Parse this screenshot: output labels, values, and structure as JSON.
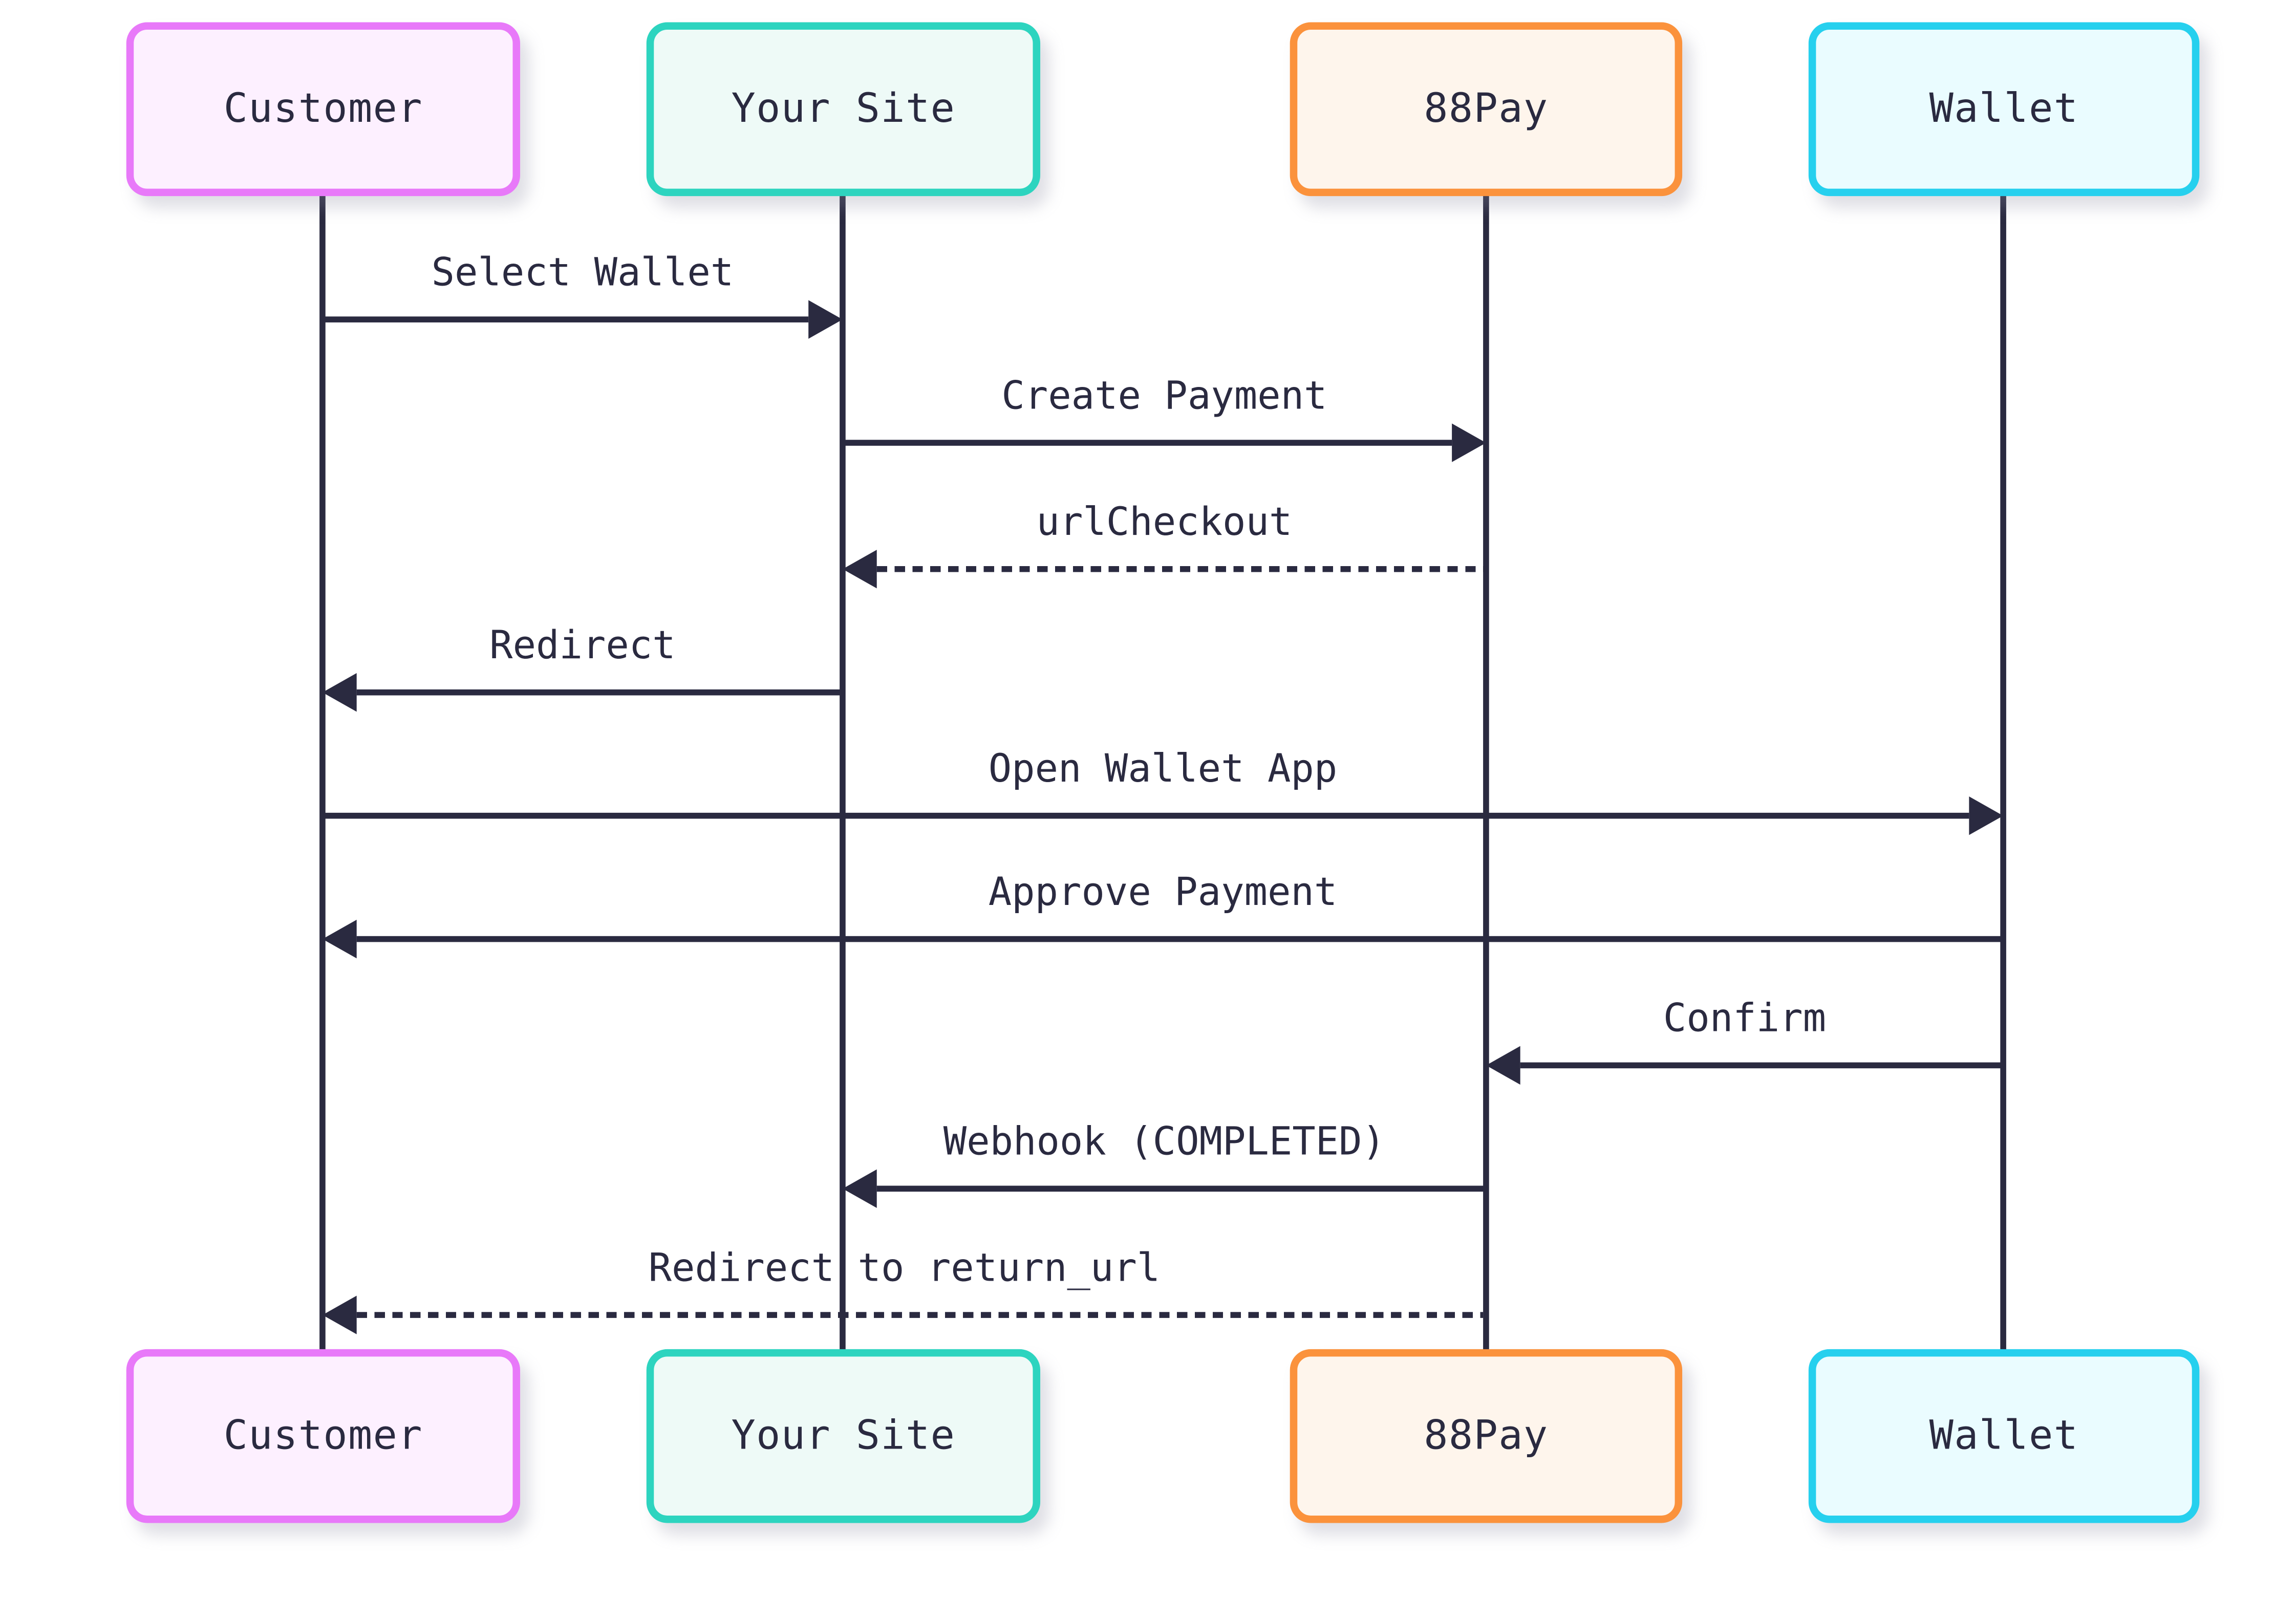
{
  "diagram": {
    "type": "sequence-diagram",
    "background_color": "#ffffff",
    "line_color": "#2a2a40",
    "text_color": "#2a2a40",
    "actors": [
      {
        "id": "customer",
        "label": "Customer",
        "border_color": "#e879f9",
        "fill_color": "#fdf0ff"
      },
      {
        "id": "your-site",
        "label": "Your Site",
        "border_color": "#2dd4bf",
        "fill_color": "#eefaf7"
      },
      {
        "id": "88pay",
        "label": "88Pay",
        "border_color": "#fb923c",
        "fill_color": "#fef5ec"
      },
      {
        "id": "wallet",
        "label": "Wallet",
        "border_color": "#26d0ee",
        "fill_color": "#eafcff"
      }
    ],
    "messages": [
      {
        "from": "Customer",
        "to": "Your Site",
        "label": "Select Wallet",
        "style": "solid"
      },
      {
        "from": "Your Site",
        "to": "88Pay",
        "label": "Create Payment",
        "style": "solid"
      },
      {
        "from": "88Pay",
        "to": "Your Site",
        "label": "urlCheckout",
        "style": "dashed"
      },
      {
        "from": "Your Site",
        "to": "Customer",
        "label": "Redirect",
        "style": "solid"
      },
      {
        "from": "Customer",
        "to": "Wallet",
        "label": "Open Wallet App",
        "style": "solid"
      },
      {
        "from": "Wallet",
        "to": "Customer",
        "label": "Approve Payment",
        "style": "solid"
      },
      {
        "from": "Wallet",
        "to": "88Pay",
        "label": "Confirm",
        "style": "solid"
      },
      {
        "from": "88Pay",
        "to": "Your Site",
        "label": "Webhook (COMPLETED)",
        "style": "solid"
      },
      {
        "from": "88Pay",
        "to": "Customer",
        "label": "Redirect to return_url",
        "style": "dashed"
      }
    ]
  }
}
